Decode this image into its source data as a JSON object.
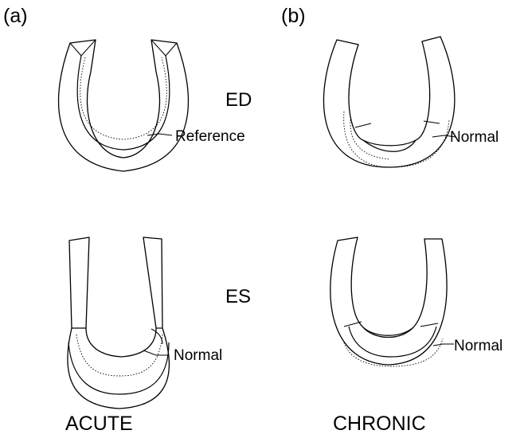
{
  "panels": {
    "a_label": "(a)",
    "b_label": "(b)"
  },
  "rows": {
    "ed_label": "ED",
    "es_label": "ES"
  },
  "annotations": {
    "reference": "Reference",
    "normal_b_ed": "Normal",
    "normal_a_es": "Normal",
    "normal_b_es": "Normal"
  },
  "columns": {
    "acute": "ACUTE",
    "chronic": "CHRONIC"
  }
}
